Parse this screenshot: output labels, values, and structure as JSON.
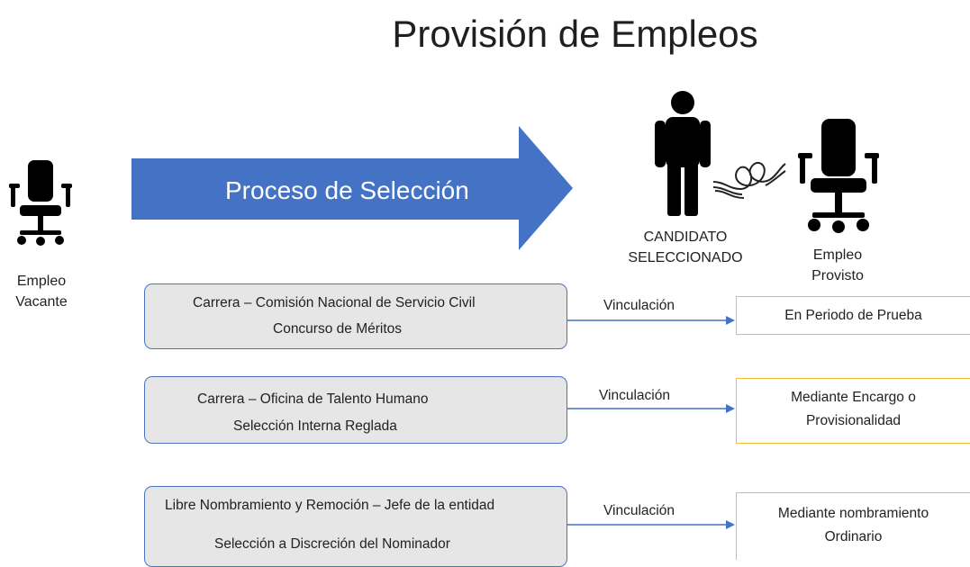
{
  "title": "Provisión de Empleos",
  "process_arrow": {
    "label": "Proceso de Selección",
    "color": "#4472c4"
  },
  "vacant": {
    "line1": "Empleo",
    "line2": "Vacante",
    "icon": "office-chair-icon"
  },
  "candidate": {
    "line1": "CANDIDATO",
    "line2": "SELECCIONADO",
    "icon": "person-icon"
  },
  "bond": {
    "icon": "knot-icon"
  },
  "filled": {
    "line1": "Empleo",
    "line2": "Provisto",
    "icon": "office-chair-icon"
  },
  "colors": {
    "box_border": "#4472c4",
    "box_fill": "#e7e6e6",
    "result_border": "#f3be2e",
    "connector": "#4472c4"
  },
  "rows": [
    {
      "source_line1": "Carrera – Comisión Nacional de Servicio Civil",
      "source_line2": "Concurso de Méritos",
      "link_label": "Vinculación",
      "result_line1": "En Periodo de Prueba",
      "result_line2": ""
    },
    {
      "source_line1": "Carrera – Oficina de Talento Humano",
      "source_line2": "Selección Interna  Reglada",
      "link_label": "Vinculación",
      "result_line1": "Mediante Encargo o",
      "result_line2": "Provisionalidad"
    },
    {
      "source_line1": "Libre Nombramiento  y Remoción – Jefe de la entidad",
      "source_line2": "Selección a Discreción del Nominador",
      "link_label": "Vinculación",
      "result_line1": "Mediante nombramiento",
      "result_line2": "Ordinario"
    }
  ]
}
